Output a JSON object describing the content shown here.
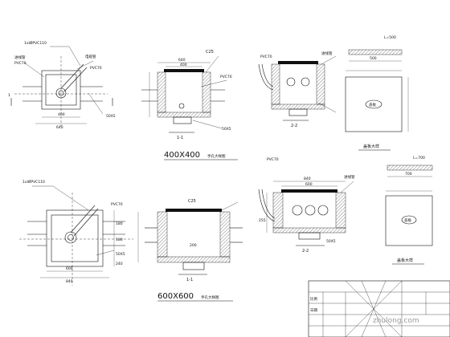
{
  "panel1": {
    "label_cover_spec": "1xIØPVC110",
    "label_cable_pipe": "电缆管",
    "label_pvc70_left": "PVC70",
    "label_pvc70_right": "PVC70",
    "label_lead_pipe": "进线管",
    "dim_400": "400",
    "dim_50x5": "50X5",
    "dim_640": "640",
    "section_mark": "1"
  },
  "panel2": {
    "dim_640": "640",
    "dim_400": "400",
    "label_c25": "C25",
    "label_pvc70": "PVC70",
    "dim_50x5": "50X5",
    "section_title": "1-1",
    "main_title": "400X400",
    "main_title_suffix": "手孔大样图"
  },
  "panel3": {
    "label_pvc70": "PVC70",
    "label_lead": "进线管",
    "section_title": "2-2"
  },
  "panel4": {
    "dim_500": "500",
    "dim_L500": "L=500",
    "cover_text": "盖板",
    "title": "盖板大样"
  },
  "panel5": {
    "label_cover_spec": "1xIØPVC110",
    "label_pvc70": "PVC70",
    "dim_840": "840",
    "dim_600": "600",
    "dim_50x5": "50X5",
    "dim_180a": "180",
    "dim_180b": "180",
    "dim_240": "240"
  },
  "panel6": {
    "label_c25": "C25",
    "dim_200": "200",
    "section_title": "1-1",
    "main_title": "600X600",
    "main_title_suffix": "手孔大样图"
  },
  "panel7": {
    "label_pvc70": "PVC70",
    "label_lead": "进线管",
    "dim_840": "840",
    "dim_600": "600",
    "dim_255": "255",
    "dim_50x5": "50X5",
    "section_title": "2-2"
  },
  "panel8": {
    "dim_700": "700",
    "dim_L700": "L=700",
    "cover_text": "盖板",
    "title": "盖板大样"
  },
  "title_block": {
    "row1": "比例",
    "row2": "日期",
    "watermark": "zhulong.com"
  }
}
